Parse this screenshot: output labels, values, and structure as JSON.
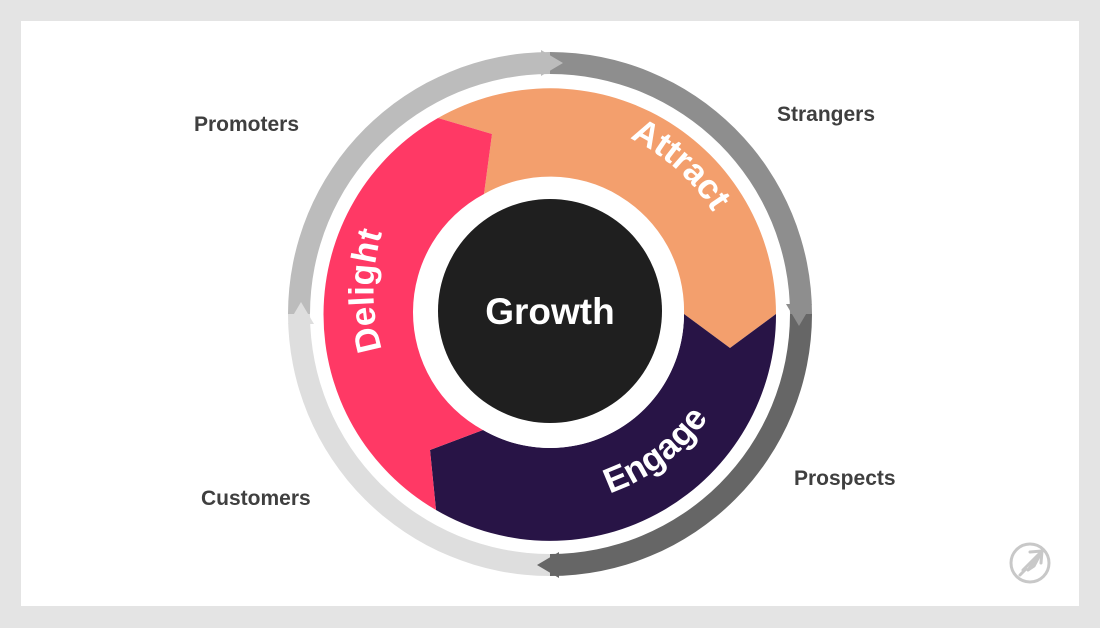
{
  "diagram": {
    "center": {
      "label": "Growth"
    },
    "phases": [
      {
        "key": "attract",
        "label": "Attract"
      },
      {
        "key": "engage",
        "label": "Engage"
      },
      {
        "key": "delight",
        "label": "Delight"
      }
    ],
    "stages": [
      {
        "key": "strangers",
        "label": "Strangers"
      },
      {
        "key": "prospects",
        "label": "Prospects"
      },
      {
        "key": "customers",
        "label": "Customers"
      },
      {
        "key": "promoters",
        "label": "Promoters"
      }
    ],
    "colors": {
      "attract": "#f39f6d",
      "engage": "#281446",
      "delight": "#ff3965",
      "center": "#1f1f1f",
      "outer_ring_1": "#8e8e8e",
      "outer_ring_2": "#666666",
      "outer_ring_3": "#dedede",
      "outer_ring_4": "#bcbcbc"
    },
    "logo": {
      "icon": "rocket-icon"
    }
  }
}
